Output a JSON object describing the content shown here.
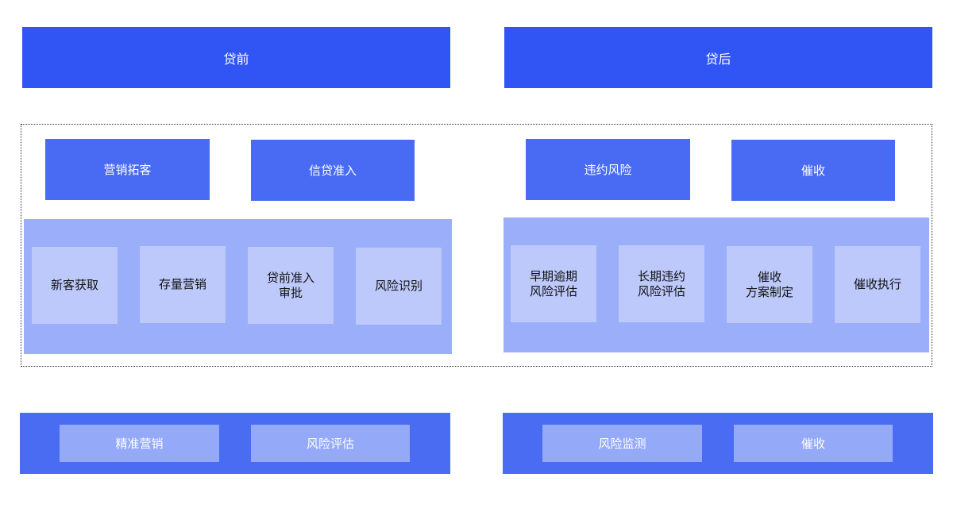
{
  "phases": {
    "pre_loan": "贷前",
    "post_loan": "贷后"
  },
  "categories": {
    "marketing": "营销拓客",
    "credit_access": "信贷准入",
    "default_risk": "违约风险",
    "collection": "催收"
  },
  "pre_loan_items": [
    "新客获取",
    "存量营销",
    "贷前准入\n审批",
    "风险识别"
  ],
  "post_loan_items": [
    "早期逾期\n风险评估",
    "长期违约\n风险评估",
    "催收\n方案制定",
    "催收执行"
  ],
  "capabilities_pre": [
    "精准营销",
    "风险评估"
  ],
  "capabilities_post": [
    "风险监测",
    "催收"
  ],
  "colors": {
    "header_blue": "#3155f5",
    "category_blue": "#496bf3",
    "panel_blue": "#9aaef9",
    "item_blue": "#bdc9fb"
  }
}
